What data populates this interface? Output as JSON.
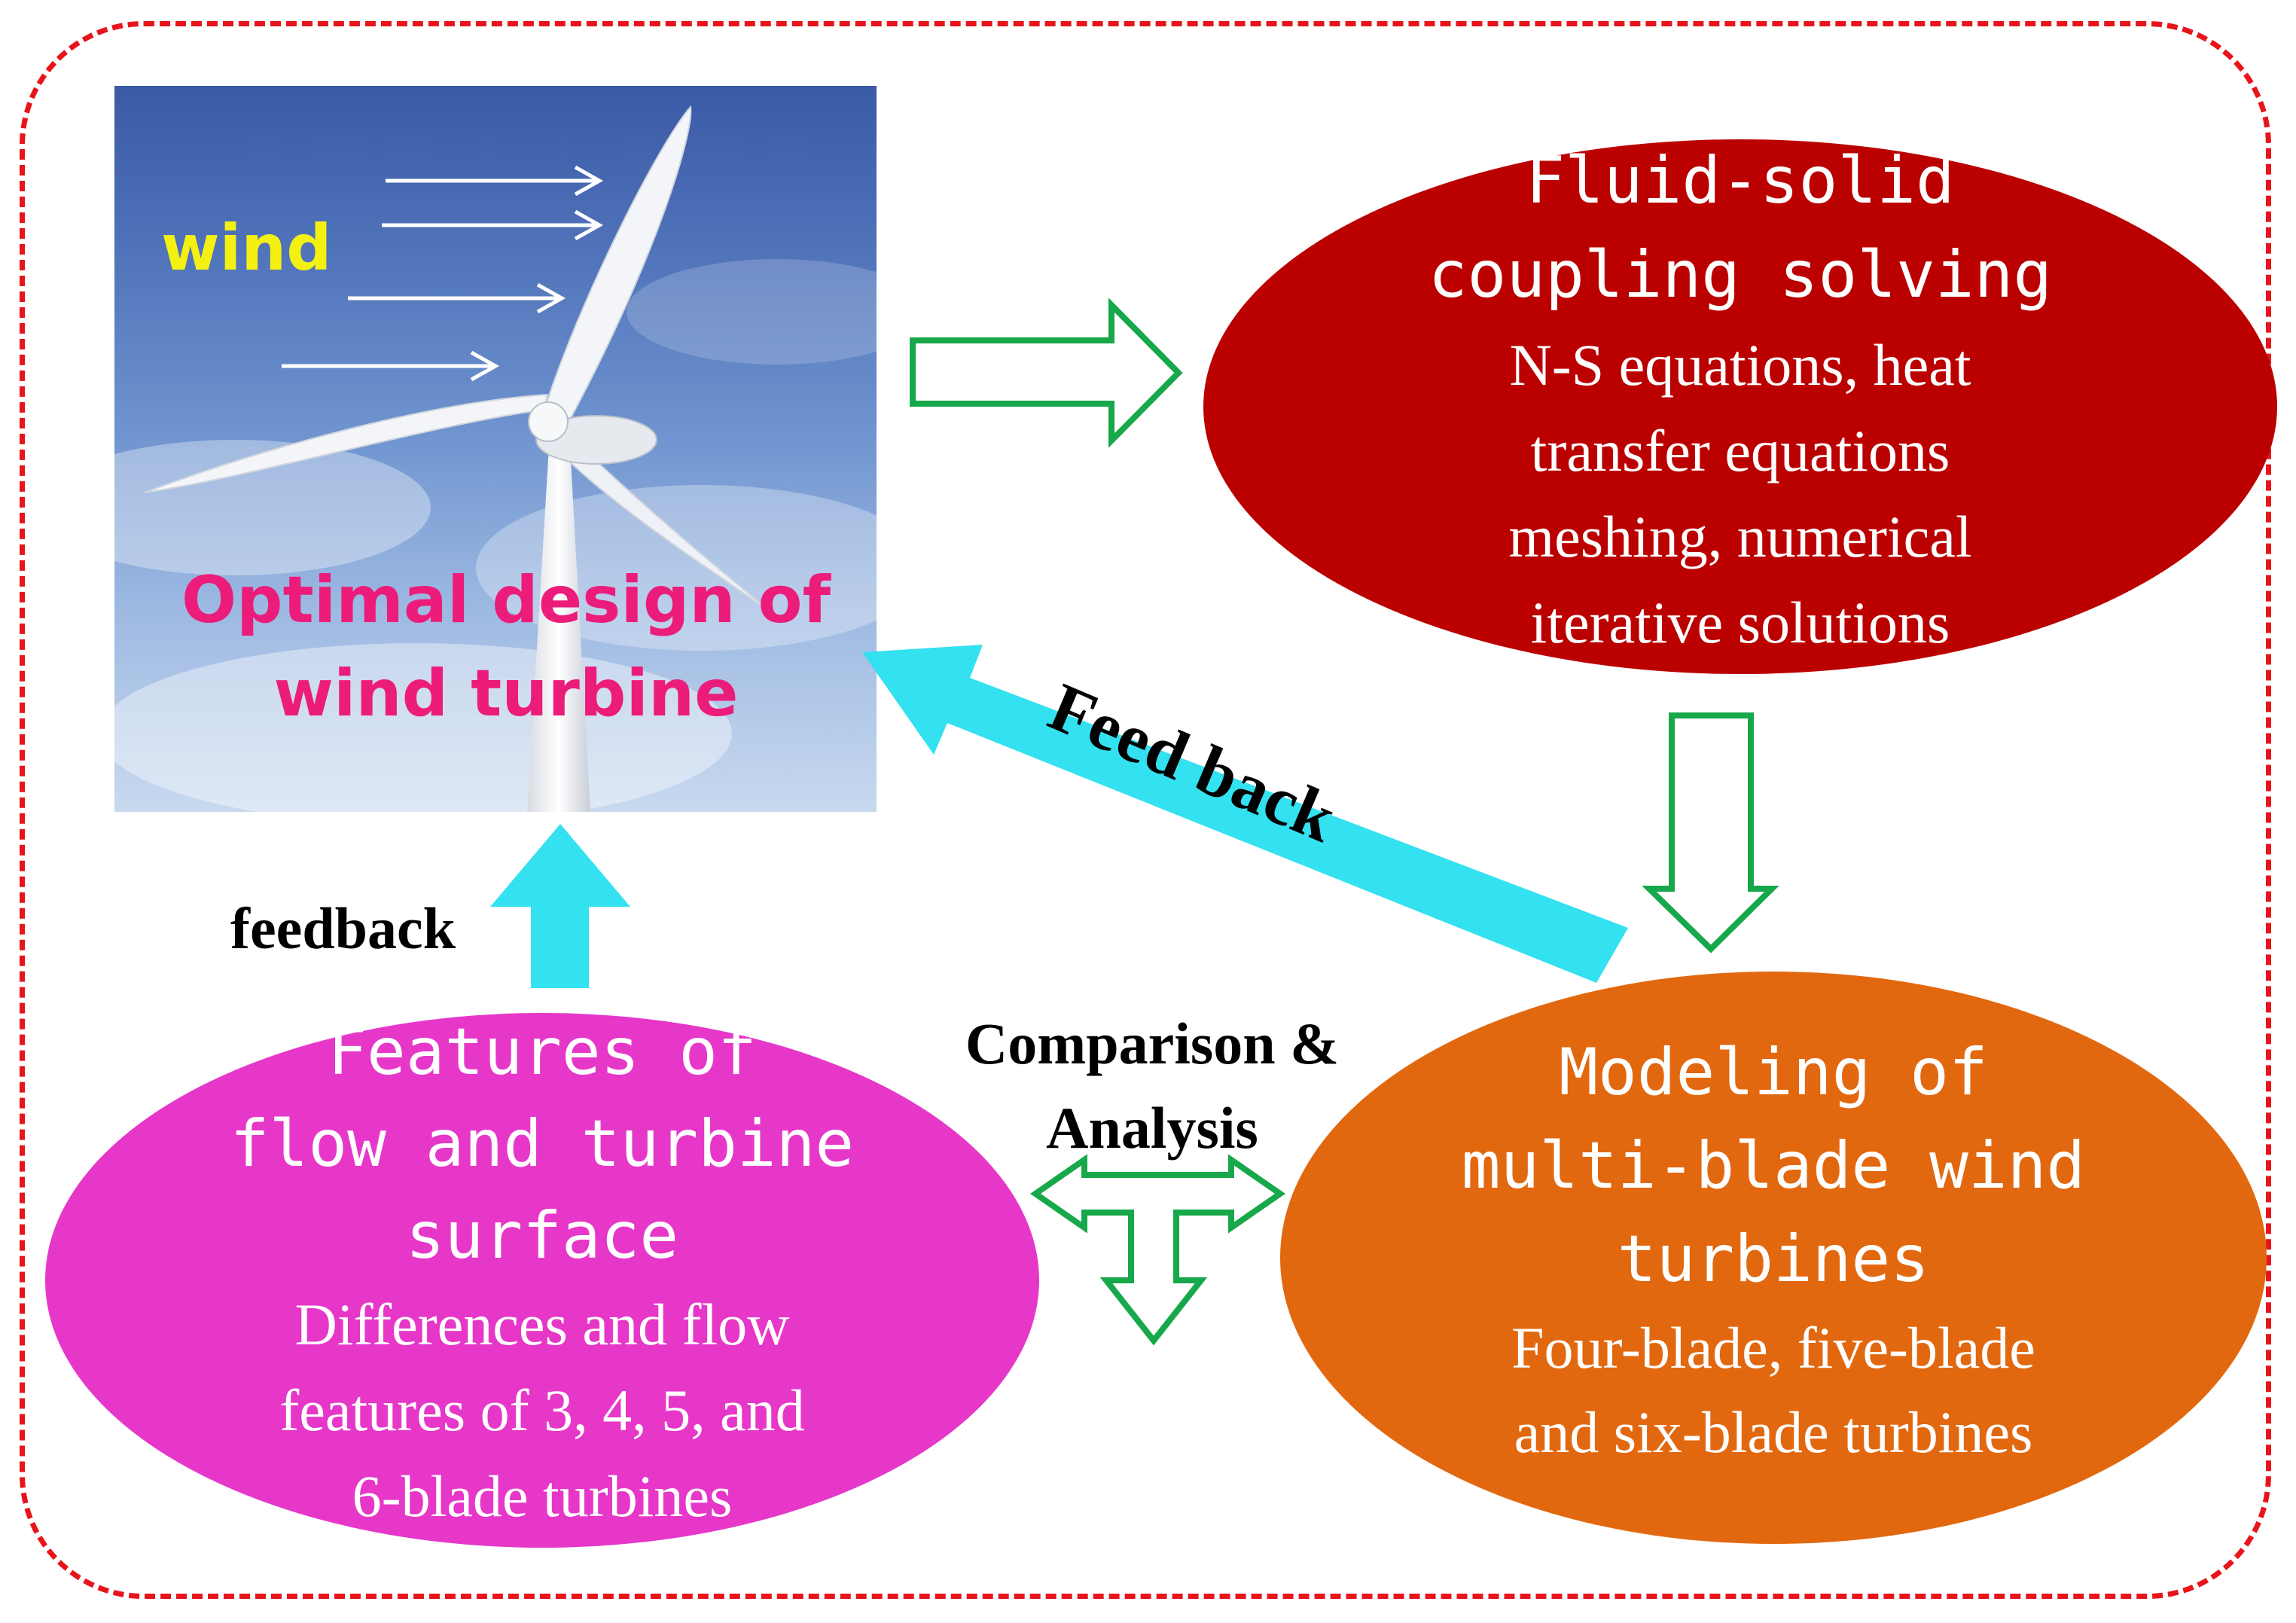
{
  "photo": {
    "wind_label": "wind",
    "caption_line1": "Optimal design of",
    "caption_line2": "wind turbine"
  },
  "fluid_node": {
    "title_line1": "Fluid-solid",
    "title_line2": "coupling solving",
    "body_line1": "N-S equations, heat",
    "body_line2": "transfer equations",
    "body_line3": "meshing, numerical",
    "body_line4": "iterative solutions"
  },
  "modeling_node": {
    "title_line1": "Modeling of",
    "title_line2": "multi-blade wind",
    "title_line3": "turbines",
    "body_line1": "Four-blade, five-blade",
    "body_line2": "and six-blade turbines"
  },
  "features_node": {
    "title_line1": "Features of",
    "title_line2": "flow and turbine",
    "title_line3": "surface",
    "body_line1": "Differences and flow",
    "body_line2": "features of 3, 4, 5, and",
    "body_line3": "6-blade turbines"
  },
  "labels": {
    "feedback": "feedback",
    "feed_back": "Feed back",
    "comparison_line1": "Comparison &",
    "comparison_line2": "Analysis"
  },
  "colors": {
    "frame": "#e8141b",
    "green_arrow": "#16a84a",
    "cyan_arrow": "#33e1f1",
    "fluid_node": "#bb0000",
    "modeling_node": "#e2680f",
    "features_node": "#e637c9",
    "wind_label": "#f4f112",
    "caption": "#ec1c7b"
  }
}
